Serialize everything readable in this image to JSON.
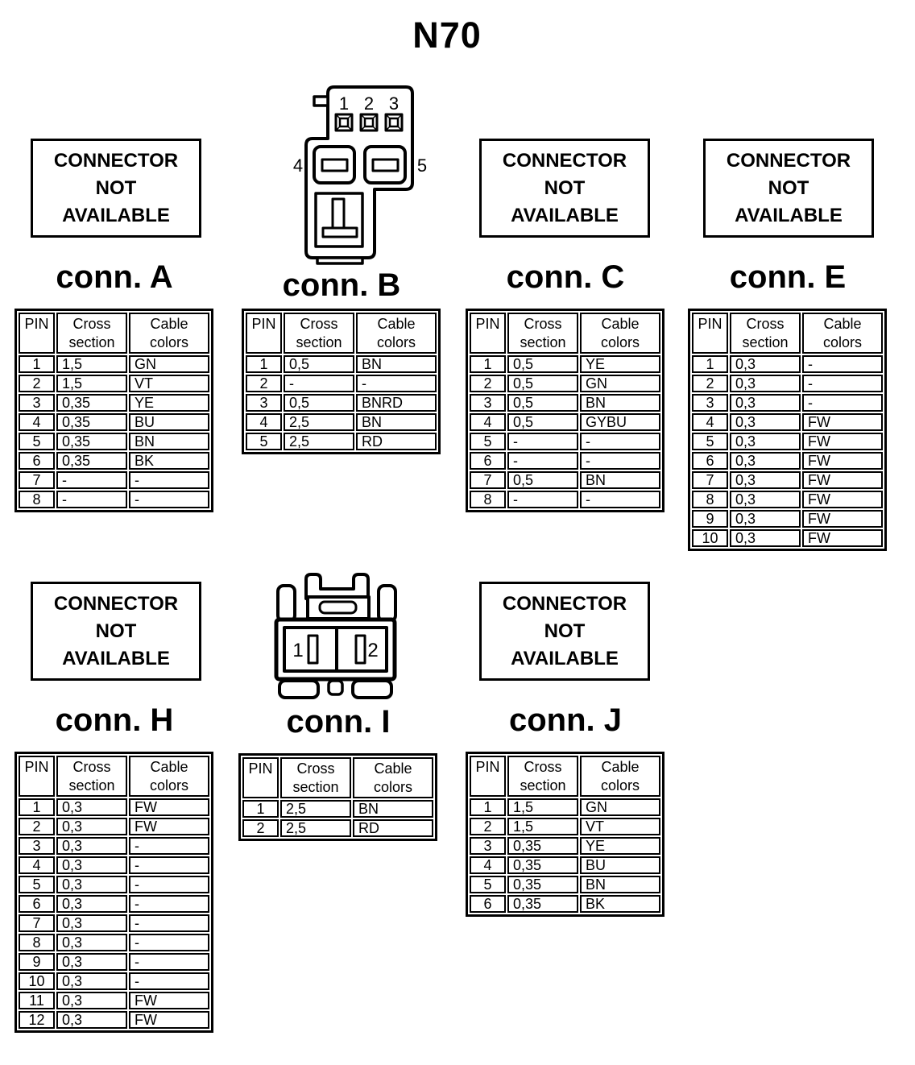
{
  "page_title": "N70",
  "not_available": [
    "CONNECTOR",
    "NOT",
    "AVAILABLE"
  ],
  "table_header": {
    "pin": "PIN",
    "cross_section": "Cross section",
    "cable_colors": "Cable colors"
  },
  "connectors": {
    "A": {
      "label": "conn. A",
      "rows": [
        [
          "1",
          "1,5",
          "GN"
        ],
        [
          "2",
          "1,5",
          "VT"
        ],
        [
          "3",
          "0,35",
          "YE"
        ],
        [
          "4",
          "0,35",
          "BU"
        ],
        [
          "5",
          "0,35",
          "BN"
        ],
        [
          "6",
          "0,35",
          "BK"
        ],
        [
          "7",
          "-",
          "-"
        ],
        [
          "8",
          "-",
          "-"
        ]
      ]
    },
    "B": {
      "label": "conn. B",
      "pin_labels": [
        "1",
        "2",
        "3",
        "4",
        "5"
      ],
      "rows": [
        [
          "1",
          "0,5",
          "BN"
        ],
        [
          "2",
          "-",
          "-"
        ],
        [
          "3",
          "0,5",
          "BNRD"
        ],
        [
          "4",
          "2,5",
          "BN"
        ],
        [
          "5",
          "2,5",
          "RD"
        ]
      ]
    },
    "C": {
      "label": "conn. C",
      "rows": [
        [
          "1",
          "0,5",
          "YE"
        ],
        [
          "2",
          "0,5",
          "GN"
        ],
        [
          "3",
          "0,5",
          "BN"
        ],
        [
          "4",
          "0,5",
          "GYBU"
        ],
        [
          "5",
          "-",
          "-"
        ],
        [
          "6",
          "-",
          "-"
        ],
        [
          "7",
          "0,5",
          "BN"
        ],
        [
          "8",
          "-",
          "-"
        ]
      ]
    },
    "E": {
      "label": "conn. E",
      "rows": [
        [
          "1",
          "0,3",
          "-"
        ],
        [
          "2",
          "0,3",
          "-"
        ],
        [
          "3",
          "0,3",
          "-"
        ],
        [
          "4",
          "0,3",
          "FW"
        ],
        [
          "5",
          "0,3",
          "FW"
        ],
        [
          "6",
          "0,3",
          "FW"
        ],
        [
          "7",
          "0,3",
          "FW"
        ],
        [
          "8",
          "0,3",
          "FW"
        ],
        [
          "9",
          "0,3",
          "FW"
        ],
        [
          "10",
          "0,3",
          "FW"
        ]
      ]
    },
    "H": {
      "label": "conn. H",
      "rows": [
        [
          "1",
          "0,3",
          "FW"
        ],
        [
          "2",
          "0,3",
          "FW"
        ],
        [
          "3",
          "0,3",
          "-"
        ],
        [
          "4",
          "0,3",
          "-"
        ],
        [
          "5",
          "0,3",
          "-"
        ],
        [
          "6",
          "0,3",
          "-"
        ],
        [
          "7",
          "0,3",
          "-"
        ],
        [
          "8",
          "0,3",
          "-"
        ],
        [
          "9",
          "0,3",
          "-"
        ],
        [
          "10",
          "0,3",
          "-"
        ],
        [
          "11",
          "0,3",
          "FW"
        ],
        [
          "12",
          "0,3",
          "FW"
        ]
      ]
    },
    "I": {
      "label": "conn. I",
      "pin_labels": [
        "1",
        "2"
      ],
      "rows": [
        [
          "1",
          "2,5",
          "BN"
        ],
        [
          "2",
          "2,5",
          "RD"
        ]
      ]
    },
    "J": {
      "label": "conn. J",
      "rows": [
        [
          "1",
          "1,5",
          "GN"
        ],
        [
          "2",
          "1,5",
          "VT"
        ],
        [
          "3",
          "0,35",
          "YE"
        ],
        [
          "4",
          "0,35",
          "BU"
        ],
        [
          "5",
          "0,35",
          "BN"
        ],
        [
          "6",
          "0,35",
          "BK"
        ]
      ]
    }
  }
}
